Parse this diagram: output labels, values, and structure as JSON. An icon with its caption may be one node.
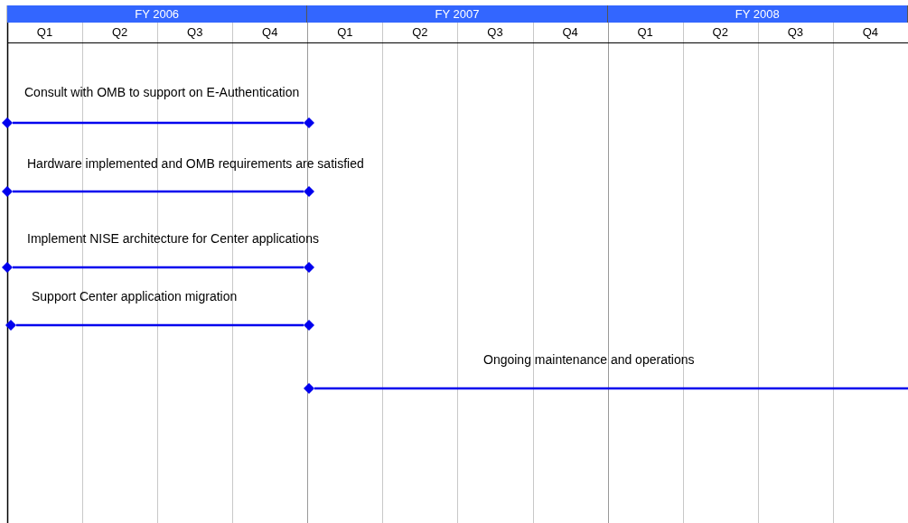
{
  "diagram": {
    "nodes": [
      {
        "text": [],
        "shape": "diamond"
      },
      {
        "text": [],
        "shape": "diamond"
      },
      {
        "text": [],
        "shape": "diamond"
      },
      {
        "text": [],
        "shape": "diamond"
      },
      {
        "text": [],
        "shape": "diamond"
      },
      {
        "text": [],
        "shape": "diamond"
      },
      {
        "text": [],
        "shape": "diamond"
      },
      {
        "text": [],
        "shape": "diamond"
      },
      {
        "text": [],
        "shape": "diamond"
      }
    ],
    "edges": [
      {
        "from": 0,
        "to": 1,
        "arrow": "none"
      },
      {
        "from": 2,
        "to": 3,
        "arrow": "none"
      },
      {
        "from": 4,
        "to": 5,
        "arrow": "none"
      },
      {
        "from": 6,
        "to": 7,
        "arrow": "none"
      },
      {
        "from": 8,
        "to": null,
        "arrow": "none"
      }
    ],
    "labels": [
      "FY 2006",
      "FY 2007",
      "FY 2008",
      "Q1",
      "Q2",
      "Q3",
      "Q4",
      "Q1",
      "Q2",
      "Q3",
      "Q4",
      "Q1",
      "Q2",
      "Q3",
      "Q4",
      "Consult with OMB to support on E-Authentication",
      "Hardware implemented and OMB requirements are satisfied",
      "Implement NISE architecture for Center applications",
      "Support Center application migration",
      "Ongoing maintenance and operations"
    ]
  }
}
